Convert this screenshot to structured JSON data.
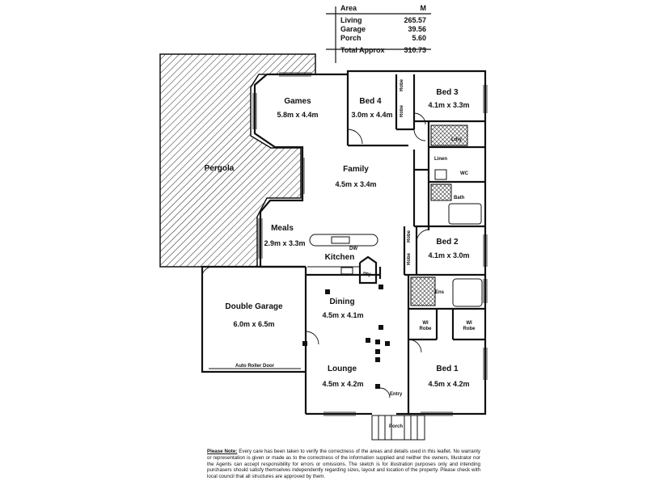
{
  "area_table": {
    "header_label": "Area",
    "header_unit": "M",
    "rows": [
      {
        "label": "Living",
        "value": "265.57"
      },
      {
        "label": "Garage",
        "value": "39.56"
      },
      {
        "label": "Porch",
        "value": "5.60"
      }
    ],
    "total": {
      "label": "Total Approx",
      "value": "310.73"
    }
  },
  "rooms": {
    "games": {
      "name": "Games",
      "dim": "5.8m x 4.4m"
    },
    "bed4": {
      "name": "Bed 4",
      "dim": "3.0m x 4.4m"
    },
    "bed3": {
      "name": "Bed 3",
      "dim": "4.1m x 3.3m"
    },
    "pergola": {
      "name": "Pergola"
    },
    "family": {
      "name": "Family",
      "dim": "4.5m x 3.4m"
    },
    "meals": {
      "name": "Meals",
      "dim": "2.9m x 3.3m"
    },
    "kitchen": {
      "name": "Kitchen"
    },
    "bed2": {
      "name": "Bed 2",
      "dim": "4.1m x 3.0m"
    },
    "double_garage": {
      "name": "Double Garage",
      "dim": "6.0m x 6.5m"
    },
    "dining": {
      "name": "Dining",
      "dim": "4.5m x 4.1m"
    },
    "lounge": {
      "name": "Lounge",
      "dim": "4.5m x 4.2m"
    },
    "bed1": {
      "name": "Bed 1",
      "dim": "4.5m x 4.2m"
    }
  },
  "small_labels": {
    "robe": "Robe",
    "lndry": "Ldry",
    "linen": "Linen",
    "wc": "WC",
    "bath": "Bath",
    "ens": "Ens",
    "wi_robe": "WI Robe",
    "pty": "Pty",
    "dw": "DW",
    "entry": "Entry",
    "porch": "Porch",
    "roller_door": "Auto Roller Door"
  },
  "note": {
    "heading": "Please Note:",
    "text": "Every care has been taken to verify the correctness of the areas and details used in this leaflet. No warranty or representation is given or made as to the correctness of the information supplied and neither the owners, Illustrator nor the Agents can accept responsibility for errors or omissions. The sketch is for illustration purposes only and intending purchasers should satisfy themselves independently regarding sizes, layout and location of the property. Please check with local council that all structures are approved by them."
  }
}
